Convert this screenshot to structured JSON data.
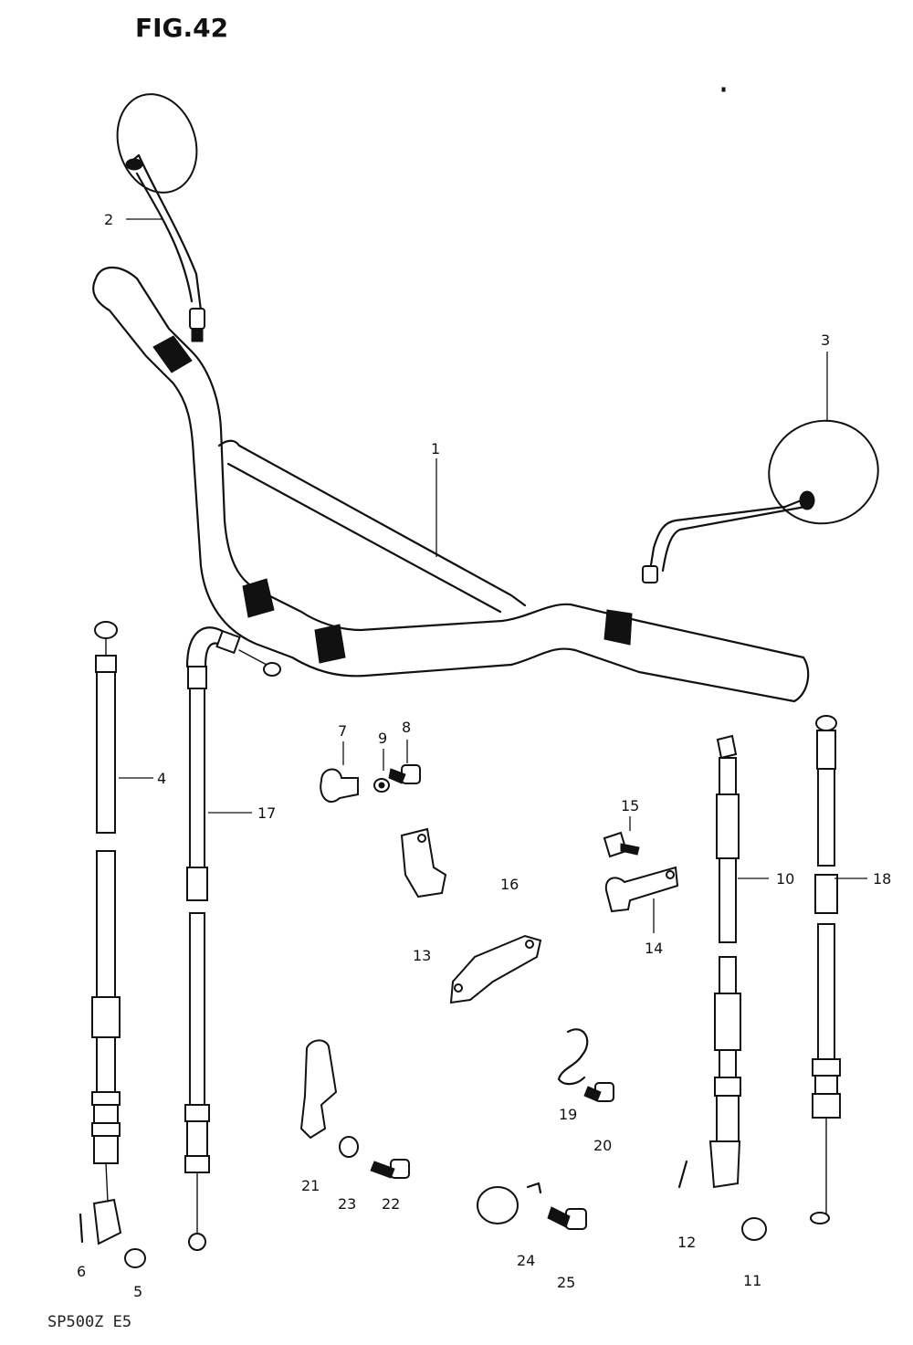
{
  "figure": {
    "title": "FIG.42",
    "footer_code": "SP500Z E5"
  },
  "callouts": [
    {
      "id": "1",
      "text": "1"
    },
    {
      "id": "2",
      "text": "2"
    },
    {
      "id": "3",
      "text": "3"
    },
    {
      "id": "4",
      "text": "4"
    },
    {
      "id": "5",
      "text": "5"
    },
    {
      "id": "6",
      "text": "6"
    },
    {
      "id": "7",
      "text": "7"
    },
    {
      "id": "8",
      "text": "8"
    },
    {
      "id": "9",
      "text": "9"
    },
    {
      "id": "10",
      "text": "10"
    },
    {
      "id": "11",
      "text": "11"
    },
    {
      "id": "12",
      "text": "12"
    },
    {
      "id": "13",
      "text": "13"
    },
    {
      "id": "14",
      "text": "14"
    },
    {
      "id": "15",
      "text": "15"
    },
    {
      "id": "16",
      "text": "16"
    },
    {
      "id": "17",
      "text": "17"
    },
    {
      "id": "18",
      "text": "18"
    },
    {
      "id": "19",
      "text": "19"
    },
    {
      "id": "20",
      "text": "20"
    },
    {
      "id": "21",
      "text": "21"
    },
    {
      "id": "22",
      "text": "22"
    },
    {
      "id": "23",
      "text": "23"
    },
    {
      "id": "24",
      "text": "24"
    },
    {
      "id": "25",
      "text": "25"
    }
  ]
}
